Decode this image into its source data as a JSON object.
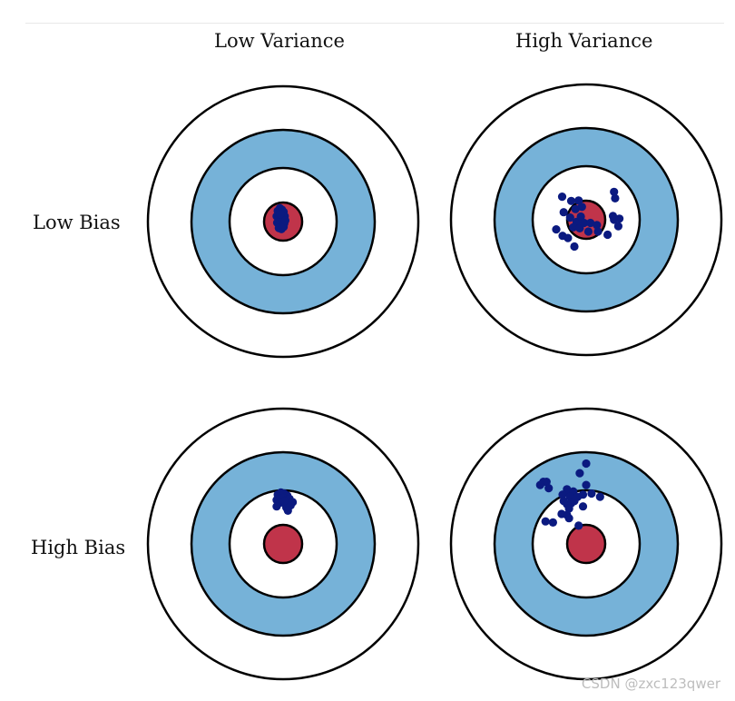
{
  "columns": [
    "Low Variance",
    "High Variance"
  ],
  "rows": [
    "Low Bias",
    "High Bias"
  ],
  "watermark": "CSDN @zxc123qwer",
  "colors": {
    "ring_blue": "#76b2d8",
    "bullseye_red": "#c0344a",
    "dot_navy": "#0b1a80",
    "outline": "#000000",
    "background": "#ffffff"
  },
  "targets": [
    {
      "name": "low-bias-low-variance",
      "column": "Low Variance",
      "row": "Low Bias",
      "points": [
        [
          -0.1,
          0.2
        ],
        [
          -0.06,
          0.25
        ],
        [
          -0.02,
          0.22
        ],
        [
          0.01,
          0.18
        ],
        [
          -0.12,
          0.1
        ],
        [
          -0.08,
          0.06
        ],
        [
          -0.04,
          0.1
        ],
        [
          0.0,
          0.06
        ],
        [
          0.03,
          0.1
        ],
        [
          -0.11,
          -0.02
        ],
        [
          -0.06,
          -0.04
        ],
        [
          -0.02,
          0.0
        ],
        [
          0.02,
          -0.04
        ],
        [
          -0.08,
          -0.12
        ],
        [
          -0.03,
          -0.14
        ],
        [
          0.01,
          -0.1
        ],
        [
          -0.05,
          0.14
        ],
        [
          0.04,
          0.02
        ]
      ]
    },
    {
      "name": "low-bias-high-variance",
      "column": "High Variance",
      "row": "Low Bias",
      "points": [
        [
          -0.45,
          0.43
        ],
        [
          -0.28,
          0.35
        ],
        [
          -0.14,
          0.36
        ],
        [
          -0.2,
          0.2
        ],
        [
          -0.08,
          0.24
        ],
        [
          -0.42,
          0.14
        ],
        [
          -0.3,
          0.04
        ],
        [
          -0.18,
          -0.04
        ],
        [
          -0.1,
          0.06
        ],
        [
          -0.24,
          -0.14
        ],
        [
          -0.12,
          -0.16
        ],
        [
          -0.04,
          -0.06
        ],
        [
          0.08,
          -0.06
        ],
        [
          0.2,
          -0.1
        ],
        [
          -0.56,
          -0.18
        ],
        [
          -0.44,
          -0.3
        ],
        [
          -0.34,
          -0.34
        ],
        [
          -0.22,
          -0.5
        ],
        [
          0.04,
          -0.22
        ],
        [
          0.22,
          -0.22
        ],
        [
          0.4,
          -0.28
        ],
        [
          0.52,
          0.52
        ],
        [
          0.54,
          0.4
        ],
        [
          0.5,
          0.07
        ],
        [
          0.52,
          0.0
        ],
        [
          0.62,
          0.02
        ],
        [
          0.6,
          -0.12
        ]
      ]
    },
    {
      "name": "high-bias-low-variance",
      "column": "Low Variance",
      "row": "High Bias",
      "points": [
        [
          -0.1,
          0.92
        ],
        [
          -0.04,
          0.96
        ],
        [
          0.02,
          0.94
        ],
        [
          0.08,
          0.9
        ],
        [
          -0.12,
          0.82
        ],
        [
          -0.05,
          0.84
        ],
        [
          0.0,
          0.86
        ],
        [
          0.06,
          0.82
        ],
        [
          0.12,
          0.84
        ],
        [
          -0.08,
          0.76
        ],
        [
          -0.02,
          0.78
        ],
        [
          0.04,
          0.74
        ],
        [
          0.1,
          0.76
        ],
        [
          0.18,
          0.78
        ],
        [
          -0.12,
          0.7
        ],
        [
          0.06,
          0.68
        ],
        [
          0.14,
          0.72
        ],
        [
          0.09,
          0.62
        ],
        [
          0.02,
          0.8
        ]
      ]
    },
    {
      "name": "high-bias-high-variance",
      "column": "High Variance",
      "row": "High Bias",
      "points": [
        [
          0.0,
          1.5
        ],
        [
          -0.12,
          1.32
        ],
        [
          -0.74,
          1.16
        ],
        [
          -0.8,
          1.16
        ],
        [
          -0.86,
          1.1
        ],
        [
          -0.7,
          1.04
        ],
        [
          0.0,
          1.1
        ],
        [
          -0.36,
          1.02
        ],
        [
          -0.32,
          0.96
        ],
        [
          -0.24,
          0.98
        ],
        [
          -0.44,
          0.92
        ],
        [
          -0.3,
          0.88
        ],
        [
          -0.16,
          0.88
        ],
        [
          -0.06,
          0.92
        ],
        [
          0.1,
          0.94
        ],
        [
          0.26,
          0.88
        ],
        [
          -0.42,
          0.8
        ],
        [
          -0.36,
          0.74
        ],
        [
          -0.28,
          0.76
        ],
        [
          -0.22,
          0.8
        ],
        [
          -0.32,
          0.66
        ],
        [
          -0.06,
          0.7
        ],
        [
          -0.46,
          0.56
        ],
        [
          -0.36,
          0.54
        ],
        [
          -0.32,
          0.48
        ],
        [
          -0.76,
          0.42
        ],
        [
          -0.62,
          0.4
        ],
        [
          -0.14,
          0.34
        ]
      ]
    }
  ]
}
